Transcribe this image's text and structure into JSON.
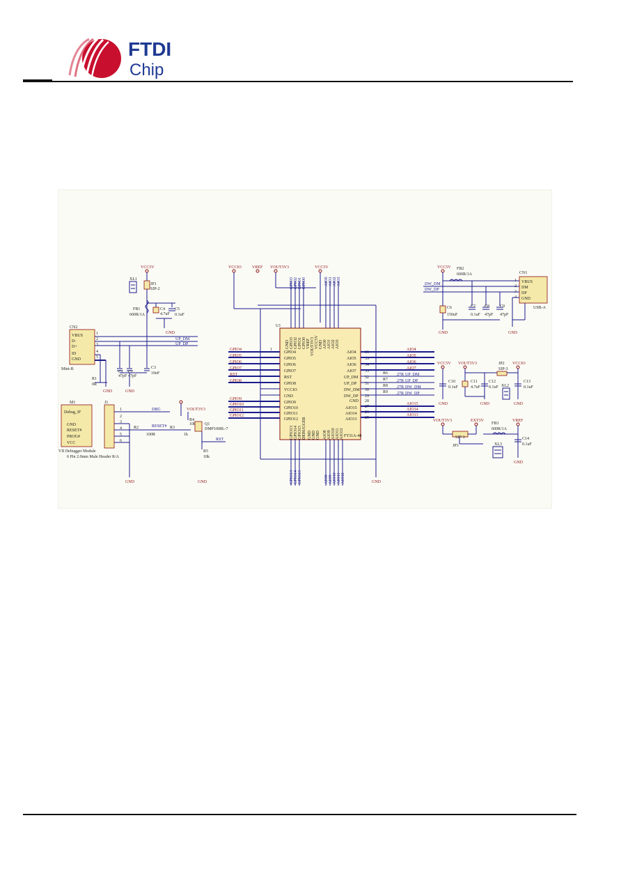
{
  "brand": {
    "name": "FTDI",
    "sub": "Chip",
    "color_red": "#c8102e",
    "color_blue": "#1f3a93"
  },
  "schematic": {
    "colors": {
      "wire": "#1a1a8c",
      "net": "#8a1010",
      "text": "#222222",
      "part_fill": "#f4e9a8"
    },
    "power": {
      "vcc5v_a": "VCC5V",
      "vccio": "VCCIO",
      "vref": "VREF",
      "vout3v3": "VOUT3V3",
      "vcc5v_b": "VCC5V",
      "vcc5v_c": "VCC5V",
      "vcc5v_d": "VCC5V",
      "vout3v3_b": "VOUT3V3",
      "vccio_b": "VCCIO",
      "vout3v3_c": "VOUT3V3",
      "ext3v": "EXT3V",
      "vref_b": "VREF",
      "vout3v3_d": "VOUT3V3"
    },
    "gnd": "GND",
    "xl1": "XL1",
    "jp1": "JP1",
    "sip2": "SIP-2",
    "fb1": {
      "ref": "FB1",
      "val": "600R/1A"
    },
    "c4": {
      "ref": "C4",
      "val": "4.7uF"
    },
    "c5": {
      "ref": "C5",
      "val": "0.1uF"
    },
    "cn2": {
      "ref": "CN2",
      "pins": [
        "VBUS",
        "D-",
        "D+",
        "ID",
        "GND"
      ],
      "nums": [
        "1",
        "2",
        "3",
        "4",
        "5"
      ],
      "type": "Mini-B"
    },
    "c1": {
      "ref": "C1",
      "val": "47pF"
    },
    "c2": {
      "ref": "C2",
      "val": "47pF"
    },
    "c3": {
      "ref": "C3",
      "val": "10nF"
    },
    "r1": {
      "ref": "R1",
      "val": "0R"
    },
    "up_dm": "UP_DM",
    "up_dp": "UP_DP",
    "u1": {
      "ref": "U1",
      "part": "FT31A-48",
      "left_pins": [
        "GPIO4",
        "GPIO5",
        "GPIO6",
        "GPIO7",
        "RST",
        "GPIO8",
        "VCCIO",
        "GND",
        "GPIO9",
        "GPIO10",
        "GPIO11",
        "GPIO12"
      ],
      "right_pins": [
        "AIO4",
        "AIO5",
        "AIO6",
        "AIO7",
        "UP_DM",
        "UP_DP",
        "DW_DM",
        "DW_DP",
        "GND",
        "AIO15",
        "AIO14",
        "AIO13"
      ],
      "right_nums": [
        "36",
        "35",
        "34",
        "33",
        "32",
        "31",
        "30",
        "29",
        "28",
        "27",
        "26",
        "25"
      ],
      "top_pins": [
        "GND",
        "GPIO3",
        "GPIO2",
        "GPIO1",
        "GPIO0",
        "VREF",
        "VOUT3V3",
        "VCC5V",
        "GND",
        "AIO0",
        "AIO1",
        "AIO2",
        "AIO3"
      ],
      "bottom_pins": [
        "GPIO13",
        "GPIO14",
        "GPIO15",
        "DEBUGGER",
        "GND",
        "GND",
        "GND",
        "AIO8",
        "AIO9",
        "AIO10",
        "AIO11",
        "AIO12"
      ],
      "pin1": "1"
    },
    "gpio_nets": [
      "GPIO4",
      "GPIO5",
      "GPIO6",
      "GPIO7",
      "RST",
      "GPIO8"
    ],
    "gpio_nets2": [
      "GPIO9",
      "GPIO10",
      "GPIO11",
      "GPIO12"
    ],
    "aio_nets": [
      "AIO4",
      "AIO5",
      "AIO6",
      "AIO7"
    ],
    "aio_nets2": [
      "AIO15",
      "AIO14",
      "AIO13"
    ],
    "top_nets": [
      "GPIO3",
      "GPIO2",
      "GPIO1",
      "GPIO0",
      "AIO0",
      "AIO1",
      "AIO2",
      "AIO3"
    ],
    "bottom_nets": [
      "GPIO13",
      "GPIO14",
      "GPIO15",
      "AIO8",
      "AIO9",
      "AIO10",
      "AIO11",
      "AIO12"
    ],
    "series_r": [
      {
        "ref": "R6",
        "val": "27R",
        "net": "UP_DM"
      },
      {
        "ref": "R7",
        "val": "27R",
        "net": "UP_DP"
      },
      {
        "ref": "R8",
        "val": "27R",
        "net": "DW_DM"
      },
      {
        "ref": "R9",
        "val": "27R",
        "net": "DW_DP"
      }
    ],
    "m1": {
      "ref": "M1",
      "pins": [
        "Debug_IF",
        "",
        "GND",
        "RESET#",
        "PROG#",
        "VCC"
      ],
      "desc1": "VII Debugger Module",
      "desc2": "6 Pin 2.0mm Male Header R/A"
    },
    "j1": {
      "ref": "J1",
      "nums": [
        "1",
        "2",
        "3",
        "4",
        "5",
        "6"
      ]
    },
    "dbg": "DBG",
    "r2": {
      "ref": "R2",
      "val": "100R"
    },
    "reset_net": "RESET#",
    "r3": {
      "ref": "R3",
      "val": "1k"
    },
    "r4": {
      "ref": "R4",
      "val": "10k"
    },
    "q1": {
      "ref": "Q1",
      "val": "DMP1008L-7"
    },
    "rst": "RST",
    "r5": {
      "ref": "R5",
      "val": "10k"
    },
    "fb2": {
      "ref": "FB2",
      "val": "600R/1A"
    },
    "cn1": {
      "ref": "CN1",
      "pins": [
        "VBUS",
        "DM",
        "DP",
        "GND"
      ],
      "nums": [
        "1",
        "2",
        "3",
        "4"
      ],
      "type": "USB-A"
    },
    "dw_dm": "DW_DM",
    "dw_dp": "DW_DP",
    "c6": {
      "ref": "C6",
      "val": "150uF"
    },
    "c7": {
      "ref": "C7",
      "val": "0.1uF"
    },
    "c8": {
      "ref": "C8",
      "val": "47pF"
    },
    "c9": {
      "ref": "C9",
      "val": "47pF"
    },
    "c10": {
      "ref": "C10",
      "val": "0.1uF"
    },
    "c11": {
      "ref": "C11",
      "val": "4.7uF"
    },
    "c12": {
      "ref": "C12",
      "val": "0.1uF"
    },
    "c13": {
      "ref": "C13",
      "val": "0.1uF"
    },
    "jp2": {
      "ref": "JP2",
      "val": "SIP-3"
    },
    "xl2": "XL2",
    "jp3": {
      "ref": "JP3",
      "val": "SIP-3"
    },
    "fb3": {
      "ref": "FB3",
      "val": "600R/1A"
    },
    "c14": {
      "ref": "C14",
      "val": "0.1uF"
    },
    "xl3": "XL3"
  }
}
